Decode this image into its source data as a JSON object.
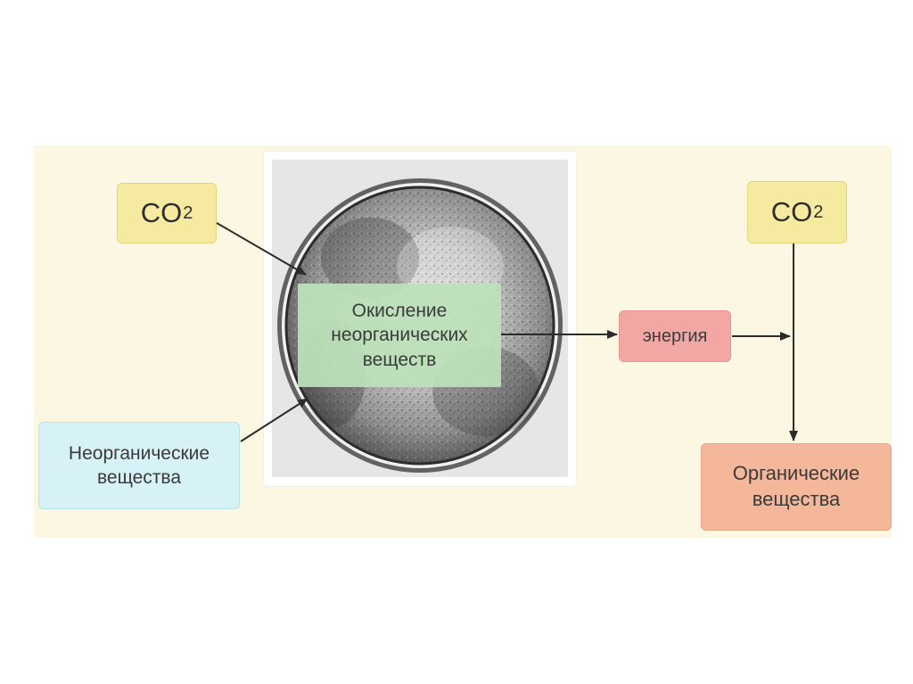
{
  "diagram": {
    "co2_left": {
      "main": "CO",
      "subscript": "2"
    },
    "co2_right": {
      "main": "CO",
      "subscript": "2"
    },
    "inorganic_input": "Неорганические вещества",
    "oxidation": "Окисление неорганических веществ",
    "energy": "энергия",
    "organic_output": "Органические вещества"
  },
  "colors": {
    "panel_background": "#fbf7e2",
    "co2_box": "#f6eaa1",
    "inorganic_box": "#d6f2f6",
    "oxidation_box": "#bce2ba",
    "energy_box": "#f3a7a5",
    "organic_box": "#f4b79a",
    "arrow": "#2b2b2b"
  }
}
